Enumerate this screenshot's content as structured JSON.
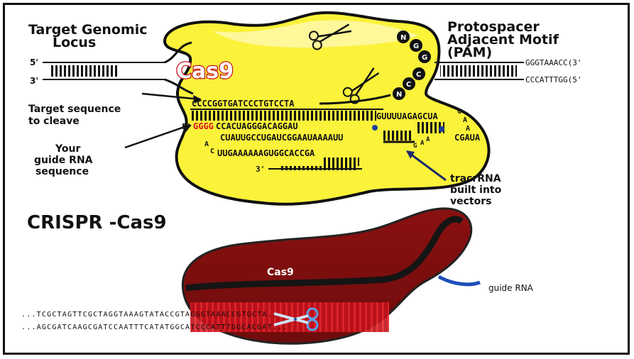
{
  "labels": {
    "target_locus_line1": "Target Genomic",
    "target_locus_line2": "Locus",
    "pam_line1": "Protospacer",
    "pam_line2": "Adjacent Motif",
    "pam_line3": "(PAM)",
    "five_prime_top": "5'",
    "three_prime_top": "3'",
    "cas9_top": "Cas9",
    "target_seq_line1": "Target sequence",
    "target_seq_line2": "to cleave",
    "guide_line1": "Your",
    "guide_line2": "guide RNA",
    "guide_line3": "sequence",
    "tracr_line1": "tracrRNA",
    "tracr_line2": "built into",
    "tracr_line3": "vectors",
    "crispr_title": "CRISPR -Cas9",
    "cas9_bottom": "Cas9",
    "guide_rna": "guide RNA"
  },
  "pam_seq": {
    "top": "GGGTAAACC(3'",
    "bottom": "CCCATTTGG(5'"
  },
  "pam_bases": [
    "N",
    "G",
    "G"
  ],
  "pam_bases_comp": [
    "N",
    "C",
    "C"
  ],
  "sequences": {
    "target_dna": "CCCCGGTGATCCCTGTCCTA",
    "guide_5": "5'",
    "guide_red": "GGGG",
    "guide_black": "CCACUAGGGACAGGAU",
    "guide_tail": "GUUUUAGAGCUA",
    "tracr_mid": "CUAUUGCCUGAUCGGAAUAAAAUU",
    "tracr_right": "CGAUA",
    "tracr_lower": "UUGAAAAAAGUGGCACCGA",
    "three_prime_lower": "3'",
    "loop_top": [
      "G",
      "A",
      "A"
    ],
    "loop_left": [
      "A",
      "C"
    ],
    "loop_right": [
      "G",
      "A",
      "A"
    ]
  },
  "bottom_dna": {
    "top_strand": "...TCGCTAGTTCGCTAGGTAAAGTATACCGTAGGGTAAACCGTGCTA...",
    "bottom_strand": "...AGCGATCAAGCGATCCAATTTCATATGGCATCCCATTTGGCACGAT..."
  }
}
